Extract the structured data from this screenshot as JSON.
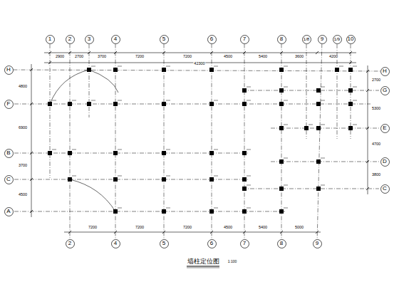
{
  "diagram": {
    "title": "墙柱定位图",
    "nodes": [
      {
        "text": [
          "1"
        ]
      },
      {
        "text": [
          "2"
        ]
      },
      {
        "text": [
          "3"
        ]
      },
      {
        "text": [
          "4"
        ]
      },
      {
        "text": [
          "5"
        ]
      },
      {
        "text": [
          "6"
        ]
      },
      {
        "text": [
          "7"
        ]
      },
      {
        "text": [
          "8"
        ]
      },
      {
        "text": [
          "1/8"
        ]
      },
      {
        "text": [
          "9"
        ]
      },
      {
        "text": [
          "1/9"
        ]
      },
      {
        "text": [
          "10"
        ]
      },
      {
        "text": [
          "H"
        ]
      },
      {
        "text": [
          "F"
        ]
      },
      {
        "text": [
          "B"
        ]
      },
      {
        "text": [
          "C"
        ]
      },
      {
        "text": [
          "A"
        ]
      },
      {
        "text": [
          "H"
        ]
      },
      {
        "text": [
          "G"
        ]
      },
      {
        "text": [
          "E"
        ]
      },
      {
        "text": [
          "D"
        ]
      },
      {
        "text": [
          "C"
        ]
      },
      {
        "text": [
          "2"
        ]
      },
      {
        "text": [
          "4"
        ]
      },
      {
        "text": [
          "5"
        ]
      },
      {
        "text": [
          "6"
        ]
      },
      {
        "text": [
          "7"
        ]
      },
      {
        "text": [
          "8"
        ]
      },
      {
        "text": [
          "9"
        ]
      }
    ],
    "edges": [
      {
        "from": 1,
        "to": 22,
        "arrow": "none"
      },
      {
        "from": 3,
        "to": 23,
        "arrow": "none"
      },
      {
        "from": 4,
        "to": 24,
        "arrow": "none"
      },
      {
        "from": 5,
        "to": 25,
        "arrow": "none"
      },
      {
        "from": 6,
        "to": 26,
        "arrow": "none"
      },
      {
        "from": 7,
        "to": 27,
        "arrow": "none"
      },
      {
        "from": 9,
        "to": 28,
        "arrow": "none"
      },
      {
        "from": 12,
        "to": 17,
        "arrow": "none"
      }
    ],
    "labels": [
      "1:100",
      "2900",
      "2700",
      "3700",
      "7200",
      "7200",
      "4500",
      "5400",
      "3600",
      "4200",
      "42300",
      "7200",
      "7200",
      "7200",
      "4500",
      "5400",
      "5000",
      "4800",
      "6900",
      "3700",
      "4500",
      "2700",
      "5300",
      "4700",
      "3800"
    ]
  }
}
